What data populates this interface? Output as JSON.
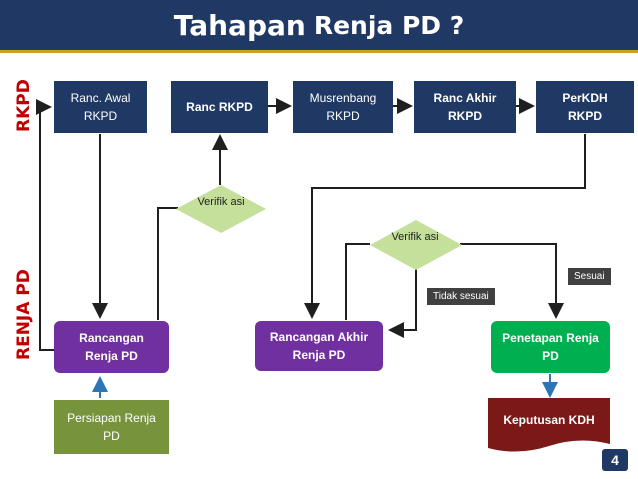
{
  "title": {
    "part1": "Tahapan",
    "part2": "Renja PD ?"
  },
  "side_labels": {
    "top": "RKPD",
    "bottom": "RENJA PD"
  },
  "rkpd_boxes": {
    "ranc_awal": "Ranc. Awal RKPD",
    "ranc_rkpd": "Ranc RKPD",
    "musrenbang": "Musrenbang RKPD",
    "ranc_akhir": "Ranc Akhir RKPD",
    "perkdh": "PerKDH RKPD"
  },
  "renja_boxes": {
    "rancangan": "Rancangan Renja PD",
    "rancangan_akhir": "Rancangan Akhir Renja PD",
    "penetapan": "Penetapan Renja PD",
    "persiapan": "Persiapan Renja PD"
  },
  "decisions": {
    "verifikasi1": "Verifik asi",
    "verifikasi2": "Verifik asi"
  },
  "tags": {
    "tidak_sesuai": "Tidak sesuai",
    "sesuai": "Sesuai"
  },
  "document": {
    "label": "Keputusan KDH"
  },
  "page_number": "4",
  "colors": {
    "navy": "#1f3864",
    "purple": "#7030a0",
    "green": "#00b050",
    "olive": "#77933c",
    "diamond": "#c4e09b",
    "document": "#7b1818",
    "arrow": "#1f1f1f",
    "arrow_blue": "#2e75b6",
    "label_red": "#c00000"
  }
}
